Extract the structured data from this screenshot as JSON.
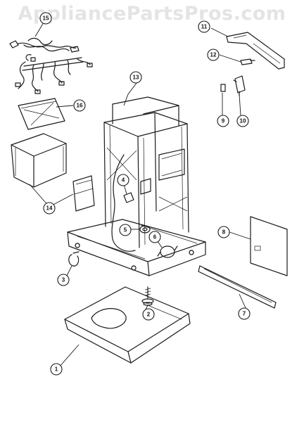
{
  "watermark": "AppliancePartsPros.com",
  "callouts": [
    {
      "id": "c1",
      "label": "1"
    },
    {
      "id": "c2",
      "label": "2"
    },
    {
      "id": "c3",
      "label": "3"
    },
    {
      "id": "c4",
      "label": "4"
    },
    {
      "id": "c5",
      "label": "5"
    },
    {
      "id": "c6",
      "label": "6"
    },
    {
      "id": "c7",
      "label": "7"
    },
    {
      "id": "c8",
      "label": "8"
    },
    {
      "id": "c9",
      "label": "9"
    },
    {
      "id": "c10",
      "label": "10"
    },
    {
      "id": "c11",
      "label": "11"
    },
    {
      "id": "c12",
      "label": "12"
    },
    {
      "id": "c13",
      "label": "13"
    },
    {
      "id": "c14",
      "label": "14"
    },
    {
      "id": "c15",
      "label": "15"
    },
    {
      "id": "c16",
      "label": "16"
    }
  ]
}
